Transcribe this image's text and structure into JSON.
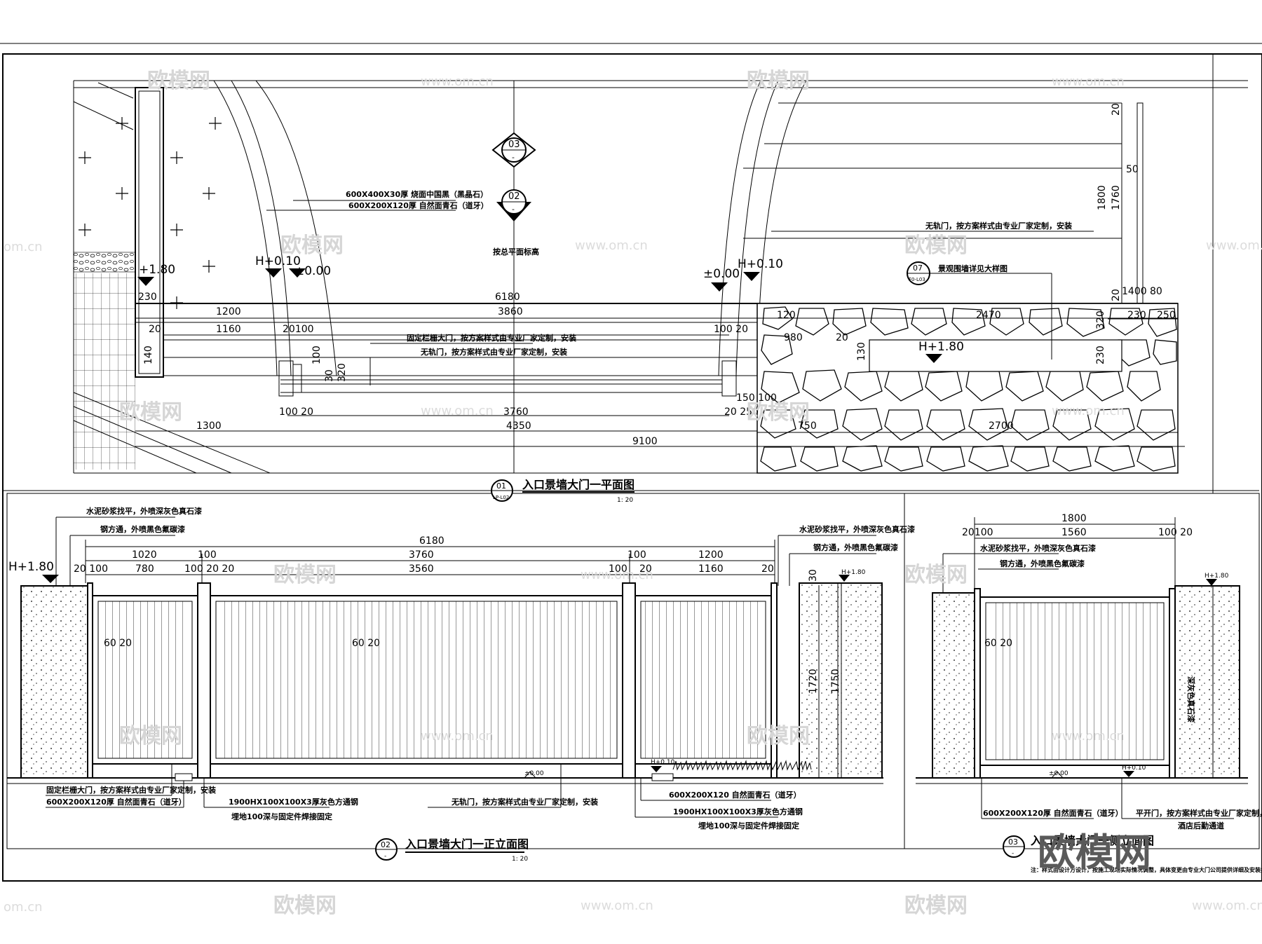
{
  "plan": {
    "dims": {
      "d6180": "6180",
      "d3860": "3860",
      "d1200": "1200",
      "d1160": "1160",
      "d230": "230",
      "d20a": "20",
      "d20100a": "20100",
      "d100_20a": "100 20",
      "d120": "120",
      "d980": "980",
      "d20b": "20",
      "d2470": "2470",
      "d230b": "230",
      "d250": "250",
      "d1400": "1400",
      "d80": "80",
      "d3760": "3760",
      "d4350": "4350",
      "d9100": "9100",
      "d1300": "1300",
      "d100_20b": "100 20",
      "d20_250": "20  250",
      "d150_100": "150 100",
      "d750": "750",
      "d2700": "2700",
      "d1800": "1800",
      "d1760": "1760",
      "d50": "50",
      "d20c": "20",
      "d20d": "20",
      "d320": "320",
      "d230c": "230",
      "d130": "130",
      "d140": "140",
      "d100v": "100",
      "d320v": "320",
      "d30v": "30"
    },
    "levels": {
      "h180_left": "+1.80",
      "h010_left": "H+0.10",
      "pm000_left": "±0.00",
      "pm000_right": "±0.00",
      "h010_right": "H+0.10",
      "h180_right": "H+1.80"
    },
    "notes": {
      "stone1": "600X400X30厚 烧面中国黑（黑晶石）",
      "stone2": "600X200X120厚 自然面青石（道牙）",
      "by_plan": "按总平面标高",
      "door_right": "无轨门，按方案样式由专业厂家定制，安装",
      "fixed_gate": "固定栏栅大门，按方案样式由专业厂家定制，安装",
      "door_mid": "无轨门，按方案样式由专业厂家定制，安装",
      "wall_detail": "景观围墙详见大样图"
    },
    "callouts": {
      "c03": "03",
      "c03b": "-",
      "c02": "02",
      "c02b": "-",
      "c07": "07",
      "c07b": "F0-L03"
    },
    "title": "入口景墙大门一平面图",
    "title_num": "01",
    "title_ref": "LP-L02",
    "scale": "1: 20"
  },
  "front": {
    "dims": {
      "d6180": "6180",
      "d1020": "1020",
      "d100a": "100",
      "d3760": "3760",
      "d100b": "100",
      "d1200": "1200",
      "d20_100": "20 100",
      "d780": "780",
      "d100_20_20": "100 20 20",
      "d3560": "3560",
      "d100c": "100",
      "d20a": "20",
      "d1160": "1160",
      "d20b": "20",
      "d30": "30",
      "d1720": "1720",
      "d1750": "1750",
      "d60_20a": "60 20",
      "d60_20b": "60 20"
    },
    "levels": {
      "h180": "H+1.80",
      "h180r": "H+1.80",
      "h010": "H+0.10",
      "pm000": "±0.00"
    },
    "notes": {
      "cement_top": "水泥砂浆找平，外喷深灰色真石漆",
      "steel_top": "钢方通，外喷黑色氟碳漆",
      "cement_top_r": "水泥砂浆找平，外喷深灰色真石漆",
      "steel_top_r": "钢方通，外喷黑色氟碳漆",
      "fixed_gate": "固定栏栅大门，按方案样式由专业厂家定制，安装",
      "curb": "600X200X120厚 自然面青石（道牙）",
      "post": "1900HX100X100X3厚灰色方通钢",
      "post_fix": "埋地100深与固定件焊接固定",
      "door_bottom": "无轨门，按方案样式由专业厂家定制，安装",
      "curb_r": "600X200X120 自然面青石（道牙）",
      "post_r": "1900HX100X100X3厚灰色方通钢",
      "post_fix_r": "埋地100深与固定件焊接固定"
    },
    "title": "入口景墙大门一正立面图",
    "title_num": "02",
    "title_ref": "-",
    "scale": "1: 20"
  },
  "side": {
    "dims": {
      "d1800": "1800",
      "d20100": "20100",
      "d1560": "1560",
      "d100_20": "100 20",
      "d60_20": "60 20"
    },
    "levels": {
      "h180": "H+1.80",
      "pm000": "±0.00",
      "h010": "H+0.10"
    },
    "notes": {
      "cement_top": "水泥砂浆找平，外喷深灰色真石漆",
      "steel_top": "钢方通，外喷黑色氟碳漆",
      "right_wall": "深灰色真石漆",
      "curb": "600X200X120厚 自然面青石（道牙）",
      "swing_door": "平开门，按方案样式由专业厂家定制，安装",
      "post_track": "酒店后勤通道",
      "bottom_note": "注：样式由设计方设计，按施工现场实际情况调整，具体变更由专业大门公司提供详细及安装技术指导。"
    },
    "title_num": "03",
    "title_ref": "-",
    "title": "入口景墙大门一侧立面图"
  },
  "watermark": {
    "brand": "欧模网",
    "url": "www.om.cn",
    "url_short": "om.cn"
  }
}
